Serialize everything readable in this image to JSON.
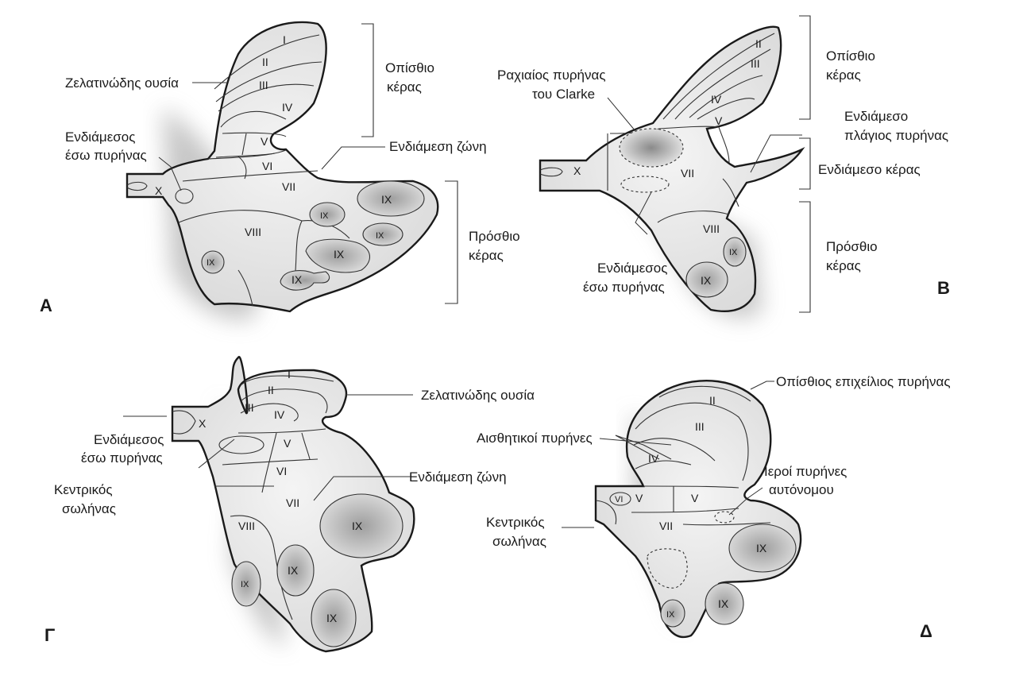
{
  "panels": {
    "A": {
      "letter": "A",
      "labels": {
        "substantia_gelatinosa": "Ζελατινώδης ουσία",
        "posterior_horn_1": "Οπίσθιο",
        "posterior_horn_2": "κέρας",
        "intermediomedial_1": "Ενδιάμεσος",
        "intermediomedial_2": "έσω πυρήνας",
        "intermediate_zone": "Ενδιάμεση ζώνη",
        "anterior_horn_1": "Πρόσθιο",
        "anterior_horn_2": "κέρας"
      },
      "laminae": [
        "I",
        "II",
        "III",
        "IV",
        "V",
        "VI",
        "VII",
        "VIII",
        "IX",
        "IX",
        "IX",
        "IX",
        "IX",
        "IX",
        "X"
      ]
    },
    "B": {
      "letter": "B",
      "labels": {
        "clarke_1": "Ραχιαίος πυρήνας",
        "clarke_2": "του Clarke",
        "posterior_horn_1": "Οπίσθιο",
        "posterior_horn_2": "κέρας",
        "intermediolateral_1": "Ενδιάμεσο",
        "intermediolateral_2": "πλάγιος πυρήνας",
        "lateral_horn": "Ενδιάμεσο κέρας",
        "anterior_horn_1": "Πρόσθιο",
        "anterior_horn_2": "κέρας",
        "intermediomedial_1": "Ενδιάμεσος",
        "intermediomedial_2": "έσω πυρήνας"
      },
      "laminae": [
        "II",
        "III",
        "IV",
        "V",
        "VII",
        "VIII",
        "IX",
        "IX",
        "X"
      ]
    },
    "G": {
      "letter": "Γ",
      "labels": {
        "substantia_gelatinosa": "Ζελατινώδης ουσία",
        "intermediomedial_1": "Ενδιάμεσος",
        "intermediomedial_2": "έσω πυρήνας",
        "intermediate_zone": "Ενδιάμεση ζώνη",
        "central_canal_1": "Κεντρικός",
        "central_canal_2": "σωλήνας"
      },
      "laminae": [
        "I",
        "II",
        "III",
        "IV",
        "V",
        "VI",
        "VII",
        "VIII",
        "IX",
        "IX",
        "IX",
        "IX",
        "X"
      ]
    },
    "D": {
      "letter": "Δ",
      "labels": {
        "posterior_marginal": "Οπίσθιος επιχείλιος πυρήνας",
        "sensory_nuclei": "Αισθητικοί πυρήνες",
        "sacral_autonomic_1": "Ιεροί πυρήνες",
        "sacral_autonomic_2": "αυτόνομου",
        "central_canal_1": "Κεντρικός",
        "central_canal_2": "σωλήνας"
      },
      "laminae": [
        "II",
        "III",
        "IV",
        "V",
        "V",
        "VI",
        "VII",
        "IX",
        "IX",
        "IX"
      ]
    }
  }
}
